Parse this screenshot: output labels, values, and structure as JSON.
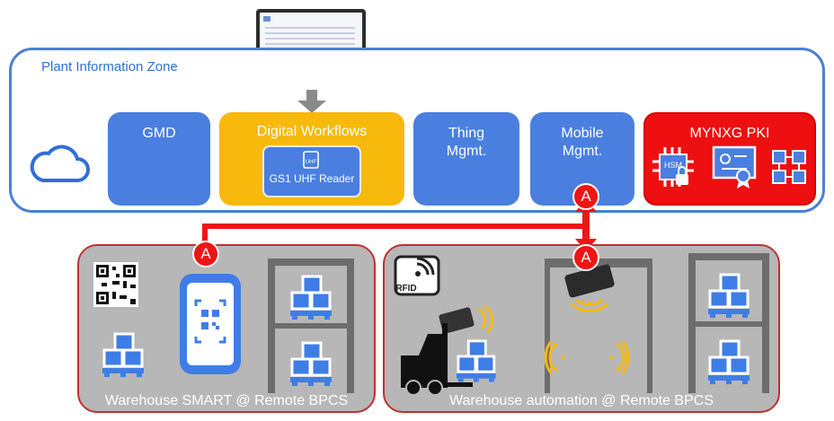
{
  "zone": {
    "title": "Plant Information Zone"
  },
  "modules": {
    "gmd": "GMD",
    "workflows": "Digital Workflows",
    "thing": [
      "Thing",
      "Mgmt."
    ],
    "mobile": [
      "Mobile",
      "Mgmt."
    ],
    "pki": "MYNXG PKI"
  },
  "reader": {
    "label": "GS1 UHF Reader",
    "tag": "UHF"
  },
  "pki_chip": {
    "label": "HSM"
  },
  "rfid_sign": "RFID",
  "warehouses": [
    {
      "label": "Warehouse SMART @ Remote BPCS"
    },
    {
      "label": "Warehouse automation @ Remote BPCS"
    }
  ],
  "markers": {
    "letter": "A"
  },
  "colors": {
    "zone_border": "#4a7fd6",
    "module_blue": "#4a7fe0",
    "module_yellow": "#f7b90c",
    "module_red": "#ee0f10",
    "connector": "#ee1515",
    "warehouse_bg": "#b7b7b7"
  },
  "icons": [
    "monitor-icon",
    "cloud-icon",
    "uhf-reader-icon",
    "cpu-chip-icon",
    "certificate-icon",
    "network-nodes-icon",
    "qr-code-icon",
    "smartphone-icon",
    "rfid-icon",
    "forklift-icon",
    "rfid-gate-reader-icon",
    "pallet-boxes-icon",
    "warehouse-rack-icon"
  ]
}
